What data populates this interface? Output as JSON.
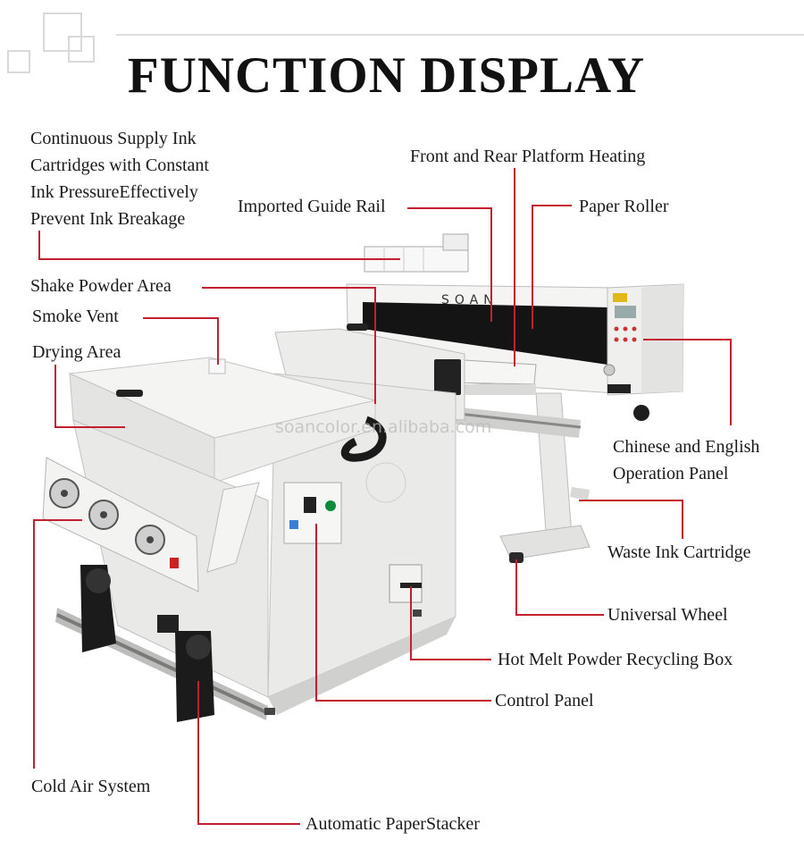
{
  "page": {
    "title": "FUNCTION DISPLAY",
    "watermark": "soancolor.en.alibaba.com",
    "brand_on_machine": "SOAN"
  },
  "callouts": {
    "ink_supply_lines": [
      "Continuous Supply Ink",
      "Cartridges with Constant",
      "Ink PressureEffectively",
      "Prevent Ink Breakage"
    ],
    "front_rear_heating": "Front and Rear Platform Heating",
    "guide_rail": "Imported Guide Rail",
    "paper_roller": "Paper Roller",
    "shake_powder": "Shake Powder Area",
    "smoke_vent": "Smoke Vent",
    "drying_area": "Drying Area",
    "operation_panel_lines": [
      "Chinese and English",
      "Operation Panel"
    ],
    "waste_ink": "Waste Ink Cartridge",
    "universal_wheel": "Universal Wheel",
    "recycling_box": "Hot Melt Powder Recycling Box",
    "control_panel": "Control Panel",
    "cold_air": "Cold Air System",
    "paper_stacker": "Automatic PaperStacker"
  },
  "colors": {
    "leader_line": "#c41f2e",
    "machine_body": "#f2f2f0",
    "machine_shadow": "#d4d4d2",
    "dark_parts": "#1c1c1c"
  }
}
